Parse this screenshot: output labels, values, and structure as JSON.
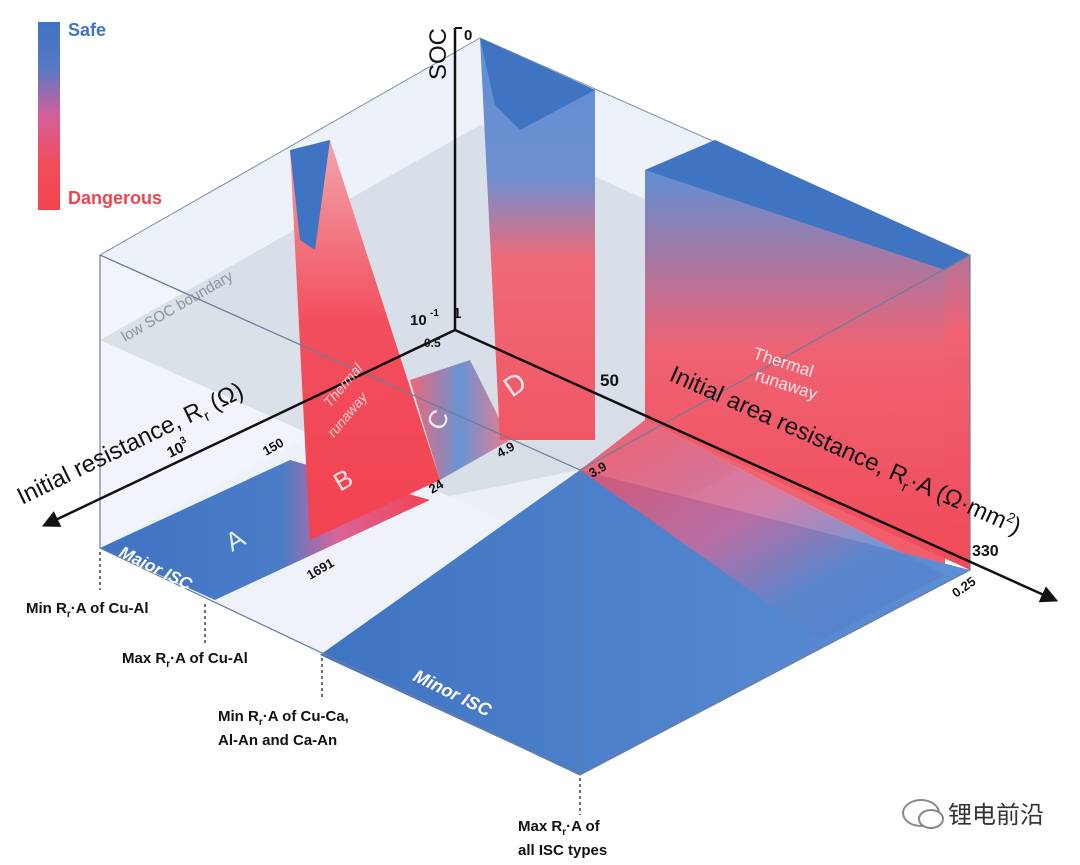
{
  "legend": {
    "safe": "Safe",
    "dangerous": "Dangerous",
    "safe_color": "#3f74c2",
    "danger_color": "#f24250"
  },
  "axes": {
    "soc_label": "SOC",
    "soc_ticks": [
      "0",
      "10",
      "-1",
      "1",
      "0.5"
    ],
    "resistance_label": "Initial resistance, R",
    "resistance_sub": "r",
    "resistance_unit": " (Ω)",
    "resistance_tick_base": "10",
    "resistance_tick_exp": "3",
    "area_label": "Initial area resistance, R",
    "area_sub": "r",
    "area_unit": "·A (Ω·mm",
    "area_unit_sup": "2",
    "area_unit_end": ")"
  },
  "values": {
    "v150": "150",
    "v1691": "1691",
    "v24": "24",
    "v49": "4.9",
    "v39": "3.9",
    "v50": "50",
    "v330": "330",
    "v025": "0.25"
  },
  "regions": {
    "a": "A",
    "b": "B",
    "c": "C",
    "d": "D"
  },
  "labels": {
    "low_soc": "low SOC boundary",
    "thermal_1": "Thermal",
    "runaway_1": "runaway",
    "thermal_2": "Thermal",
    "runaway_2": "runaway",
    "major": "Major ISC",
    "minor": "Minor ISC"
  },
  "bottom": {
    "min_cual": [
      "Min R",
      "r",
      "·A of Cu-Al"
    ],
    "max_cual": [
      "Max R",
      "r",
      "·A of Cu-Al"
    ],
    "min_cuca_1": [
      "Min R",
      "r",
      "·A of  Cu-Ca,"
    ],
    "min_cuca_2": "Al-An and Ca-An",
    "max_all_1": [
      "Max R",
      "r",
      "·A of"
    ],
    "max_all_2": "all ISC types"
  },
  "watermark": "锂电前沿"
}
